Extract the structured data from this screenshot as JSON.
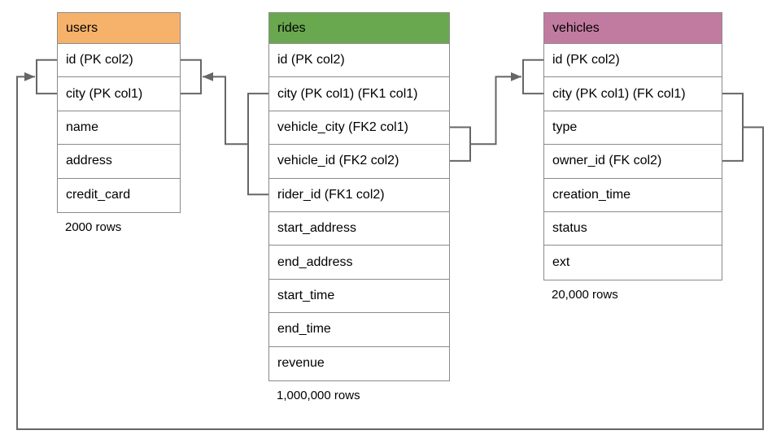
{
  "diagram": {
    "line_color": "#666666",
    "border_color": "#8a8a8a",
    "tables": [
      {
        "id": "users",
        "title": "users",
        "header_color": "#f6b26b",
        "columns": [
          "id (PK col2)",
          "city (PK col1)",
          "name",
          "address",
          "credit_card"
        ],
        "rows_label": "2000 rows"
      },
      {
        "id": "rides",
        "title": "rides",
        "header_color": "#6aa84f",
        "columns": [
          "id (PK col2)",
          "city (PK col1) (FK1 col1)",
          "vehicle_city (FK2 col1)",
          "vehicle_id (FK2 col2)",
          "rider_id (FK1 col2)",
          "start_address",
          "end_address",
          "start_time",
          "end_time",
          "revenue"
        ],
        "rows_label": "1,000,000 rows"
      },
      {
        "id": "vehicles",
        "title": "vehicles",
        "header_color": "#c27ba0",
        "columns": [
          "id (PK col2)",
          "city (PK col1) (FK col1)",
          "type",
          "owner_id (FK col2)",
          "creation_time",
          "status",
          "ext"
        ],
        "rows_label": "20,000 rows"
      }
    ],
    "relationships": [
      {
        "name": "rides-fk1-users",
        "from": {
          "table": "rides",
          "columns": [
            1,
            4
          ],
          "side": "left"
        },
        "to": {
          "table": "users",
          "columns": [
            0,
            1
          ],
          "side": "right"
        },
        "route": "direct"
      },
      {
        "name": "rides-fk2-vehicles",
        "from": {
          "table": "rides",
          "columns": [
            2,
            3
          ],
          "side": "right"
        },
        "to": {
          "table": "vehicles",
          "columns": [
            0,
            1
          ],
          "side": "left"
        },
        "route": "direct"
      },
      {
        "name": "vehicles-fk-users",
        "from": {
          "table": "vehicles",
          "columns": [
            1,
            3
          ],
          "side": "right"
        },
        "to": {
          "table": "users",
          "columns": [
            0,
            1
          ],
          "side": "left"
        },
        "route": "around-bottom"
      }
    ]
  }
}
